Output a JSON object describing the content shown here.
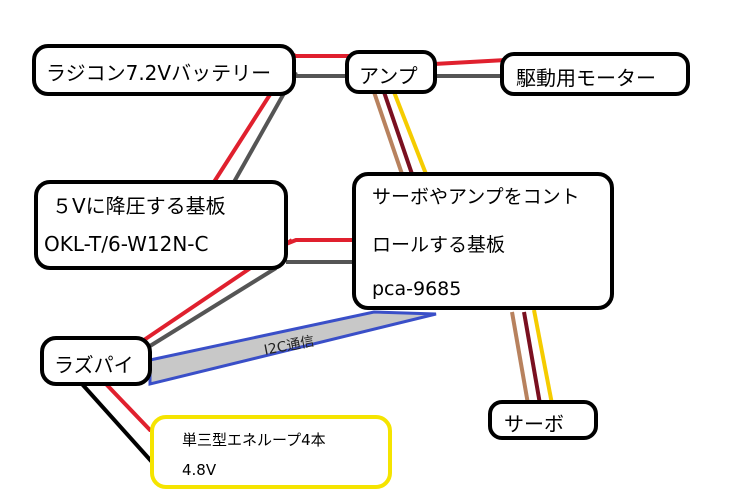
{
  "colors": {
    "positive_wire": "#e0202e",
    "negative_wire": "#555555",
    "servo_brown": "#b8825e",
    "servo_darkred": "#7a1020",
    "servo_yellow": "#f5cc00",
    "i2c_border": "#3a4fc8",
    "i2c_fill": "#c8c8c8",
    "battery_box_border": "#f5e400",
    "ground_wire": "#000000"
  },
  "nodes": {
    "battery": {
      "label": "ラジコン7.2Vバッテリー"
    },
    "amp": {
      "label": "アンプ"
    },
    "motor": {
      "label": "駆動用モーター"
    },
    "stepdown": {
      "line1": "５Vに降圧する基板",
      "line2": "OKL-T/6-W12N-C"
    },
    "controller": {
      "line1": "サーボやアンプをコント",
      "line2": "ロールする基板",
      "line3": "pca-9685"
    },
    "raspi": {
      "label": "ラズパイ"
    },
    "servo": {
      "label": "サーボ"
    },
    "aa_batteries": {
      "line1": "単三型エネループ4本",
      "line2": "4.8V"
    }
  },
  "links": {
    "i2c_label": "I2C通信"
  }
}
